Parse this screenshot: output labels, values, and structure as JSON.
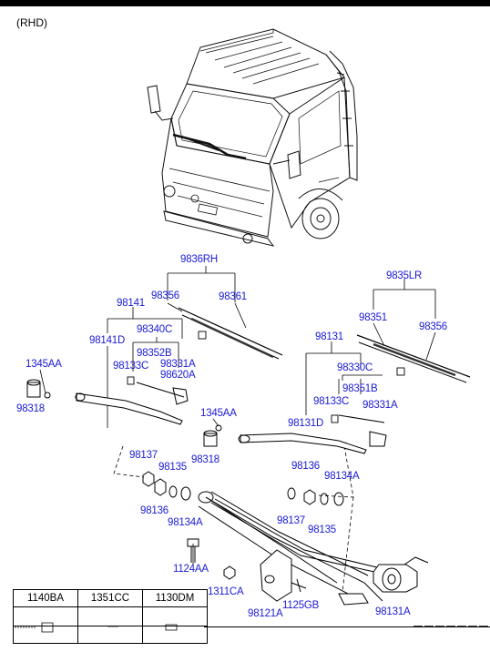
{
  "variant": "(RHD)",
  "labels": [
    {
      "id": "9836RH",
      "text": "9836RH"
    },
    {
      "id": "98356a",
      "text": "98356"
    },
    {
      "id": "98361",
      "text": "98361"
    },
    {
      "id": "98141",
      "text": "98141"
    },
    {
      "id": "98340C",
      "text": "98340C"
    },
    {
      "id": "98141D",
      "text": "98141D"
    },
    {
      "id": "98352B",
      "text": "98352B"
    },
    {
      "id": "1345AAa",
      "text": "1345AA"
    },
    {
      "id": "98133Ca",
      "text": "98133C"
    },
    {
      "id": "98331Aa",
      "text": "98331A"
    },
    {
      "id": "98620A",
      "text": "98620A"
    },
    {
      "id": "98318a",
      "text": "98318"
    },
    {
      "id": "9835LR",
      "text": "9835LR"
    },
    {
      "id": "98351",
      "text": "98351"
    },
    {
      "id": "98356b",
      "text": "98356"
    },
    {
      "id": "98131",
      "text": "98131"
    },
    {
      "id": "98330C",
      "text": "98330C"
    },
    {
      "id": "98351B",
      "text": "98351B"
    },
    {
      "id": "98133Cb",
      "text": "98133C"
    },
    {
      "id": "98331Ab",
      "text": "98331A"
    },
    {
      "id": "98131D",
      "text": "98131D"
    },
    {
      "id": "1345AAb",
      "text": "1345AA"
    },
    {
      "id": "98318b",
      "text": "98318"
    },
    {
      "id": "98137a",
      "text": "98137"
    },
    {
      "id": "98135a",
      "text": "98135"
    },
    {
      "id": "98136a",
      "text": "98136"
    },
    {
      "id": "98134Aa",
      "text": "98134A"
    },
    {
      "id": "98136b",
      "text": "98136"
    },
    {
      "id": "98134Ab",
      "text": "98134A"
    },
    {
      "id": "98137b",
      "text": "98137"
    },
    {
      "id": "98135b",
      "text": "98135"
    },
    {
      "id": "1124AA",
      "text": "1124AA"
    },
    {
      "id": "1311CA",
      "text": "1311CA"
    },
    {
      "id": "98121A",
      "text": "98121A"
    },
    {
      "id": "1125GB",
      "text": "1125GB"
    },
    {
      "id": "98131A",
      "text": "98131A"
    }
  ],
  "table": {
    "headers": [
      "1140BA",
      "1351CC",
      "1130DM"
    ]
  },
  "colors": {
    "label": "#1a1ad6",
    "line": "#000000"
  }
}
